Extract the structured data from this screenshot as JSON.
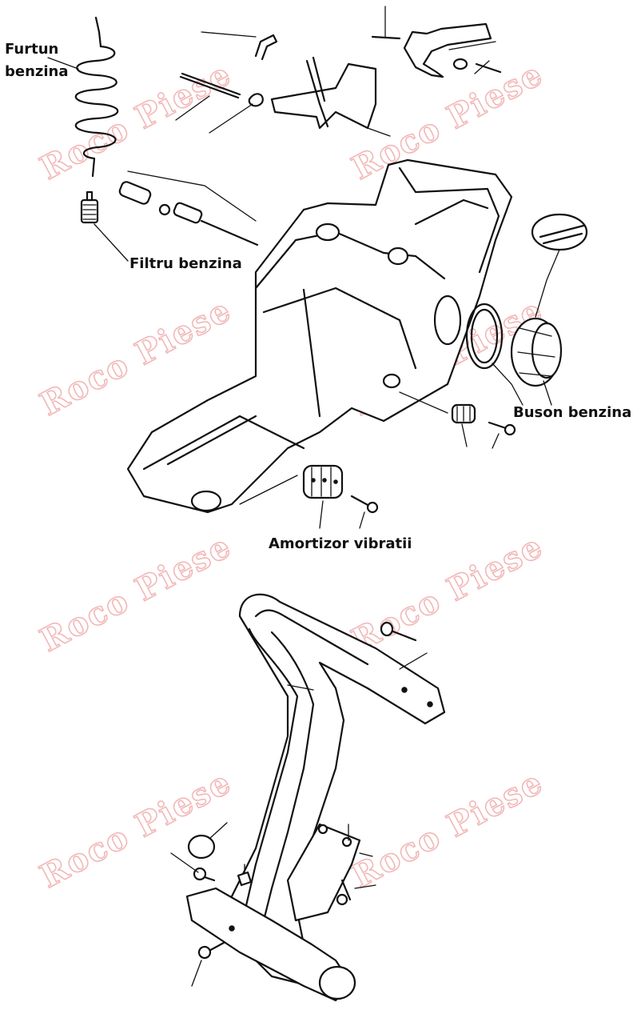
{
  "watermark": "Roco Piese",
  "labels": {
    "fuel_hose_line1": "Furtun",
    "fuel_hose_line2": "benzina",
    "fuel_filter": "Filtru benzina",
    "fuel_cap": "Buson benzina",
    "vibration_damper": "Amortizor vibratii"
  }
}
